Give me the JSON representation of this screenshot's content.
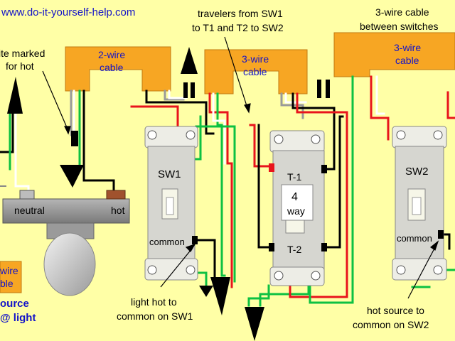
{
  "website": "www.do-it-yourself-help.com",
  "labels": {
    "white_marked_hot": [
      "ite marked",
      "for hot"
    ],
    "travelers": [
      "travelers from SW1",
      "to T1 and T2 to SW2"
    ],
    "three_wire_between": [
      "3-wire cable",
      "between switches"
    ],
    "cable_2wire": [
      "2-wire",
      "cable"
    ],
    "cable_3wire_a": [
      "3-wire",
      "cable"
    ],
    "cable_3wire_b": [
      "3-wire",
      "cable"
    ],
    "fixture_neutral": "neutral",
    "fixture_hot": "hot",
    "cable_2wire_left": [
      "wire",
      "ble"
    ],
    "source_light": [
      "ource",
      "@ light"
    ],
    "sw1_name": "SW1",
    "sw1_common": "common",
    "four_way_t1": "T-1",
    "four_way_center": [
      "4",
      "way"
    ],
    "four_way_t2": "T-2",
    "sw2_name": "SW2",
    "sw2_common": "common",
    "light_hot_note": [
      "light hot to",
      "common on SW1"
    ],
    "hot_source_note": [
      "hot source to",
      "common on SW2"
    ]
  },
  "colors": {
    "background": "#FFFFA6",
    "cable_orange": "#F7A623",
    "wire_red": "#E8141C",
    "wire_green": "#0DC142",
    "wire_white": "#FFFFFF",
    "wire_gray": "#9A9A9A",
    "text_blue": "#1414C8",
    "switch_plastic": "#D6D6D0"
  }
}
